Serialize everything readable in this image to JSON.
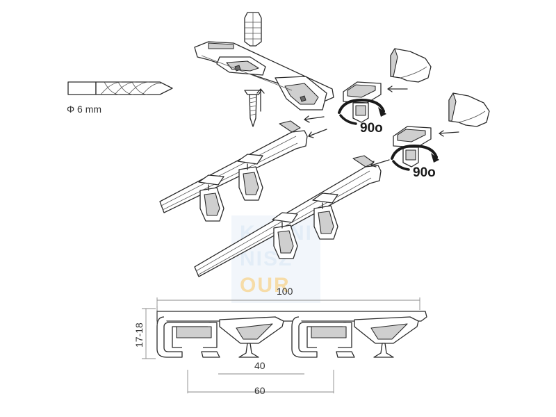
{
  "drill": {
    "label": "Φ 6 mm"
  },
  "rotation": {
    "label_top": "90o",
    "label_bottom": "90o"
  },
  "dimensions": {
    "width_total": "100",
    "height": "17-18",
    "inner_spacing": "40",
    "outer_spacing": "60"
  },
  "watermark": {
    "line1": "KARNI",
    "line2": "NISZ",
    "line3": "OUR"
  },
  "colors": {
    "line": "#2a2a2a",
    "shade": "#cfcfcf",
    "dimension": "#8a8a8a",
    "watermark": "#e3edf7"
  }
}
